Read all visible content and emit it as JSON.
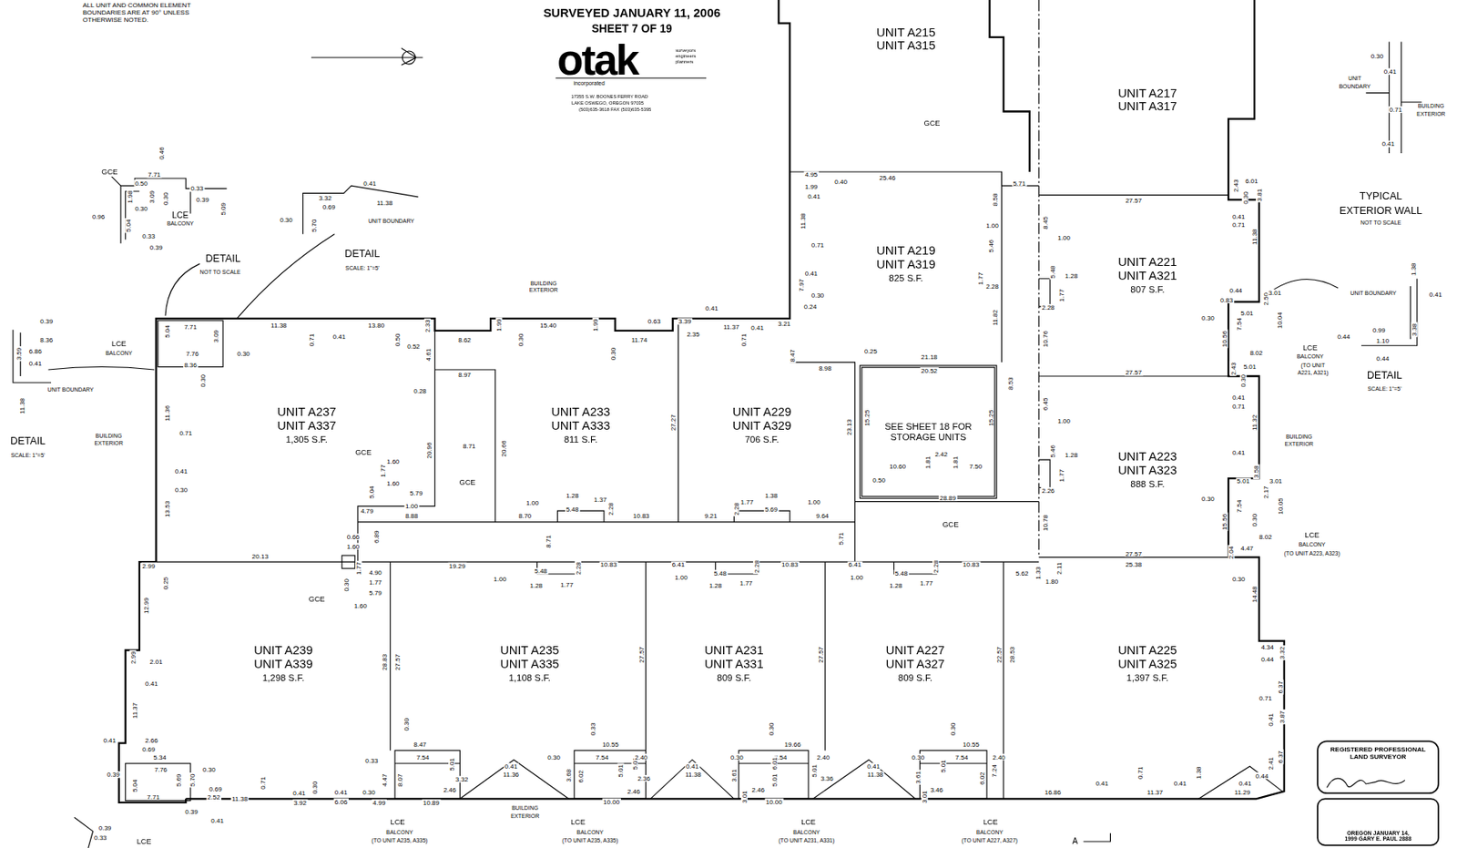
{
  "diagram": {
    "nodes": [
      {
        "text": [
          "UNIT A215",
          "UNIT A315"
        ]
      },
      {
        "text": [
          "UNIT A217",
          "UNIT A317"
        ]
      },
      {
        "text": [
          "UNIT A219",
          "UNIT A319",
          "825 S.F."
        ]
      },
      {
        "text": [
          "UNIT A221",
          "UNIT A321",
          "807 S.F."
        ]
      },
      {
        "text": [
          "UNIT A237",
          "UNIT A337",
          "1,305 S.F."
        ]
      },
      {
        "text": [
          "UNIT A233",
          "UNIT A333",
          "811 S.F."
        ]
      },
      {
        "text": [
          "UNIT A229",
          "UNIT A329",
          "706 S.F."
        ]
      },
      {
        "text": [
          "SEE SHEET 18 FOR STORAGE UNITS"
        ]
      },
      {
        "text": [
          "UNIT A223",
          "UNIT A323",
          "888 S.F."
        ]
      },
      {
        "text": [
          "UNIT A239",
          "UNIT A339",
          "1,298 S.F."
        ]
      },
      {
        "text": [
          "UNIT A235",
          "UNIT A335",
          "1,108 S.F."
        ]
      },
      {
        "text": [
          "UNIT A231",
          "UNIT A331",
          "809 S.F."
        ]
      },
      {
        "text": [
          "UNIT A227",
          "UNIT A327",
          "809 S.F."
        ]
      },
      {
        "text": [
          "UNIT A225",
          "UNIT A325",
          "1,397 S.F."
        ]
      },
      {
        "text": [
          "REGISTERED PROFESSIONAL LAND SURVEYOR",
          "OREGON JANUARY 14, 1999 GARY E. PAUL 2888"
        ]
      }
    ],
    "labels": [
      "ALL UNIT AND COMMON ELEMENT BOUNDARIES ARE AT 90° UNLESS OTHERWISE NOTED.",
      "SURVEYED JANUARY 11, 2006",
      "SHEET 7 OF 19",
      "otak",
      "incorporated",
      "surveyors engineers planners",
      "17355 S.W. BOONES FERRY ROAD",
      "LAKE OSWEGO, OREGON 97035",
      "(503)635-3618  FAX (503)635-5395",
      "GCE",
      "0.50",
      "7.71",
      "0.33",
      "0.39",
      "0.46",
      "1.98",
      "0.30",
      "3.09",
      "0.30",
      "LCE",
      "BALCONY",
      "0.96",
      "5.04",
      "5.09",
      "0.33",
      "0.39",
      "DETAIL",
      "NOT TO SCALE",
      "0.41",
      "3.32",
      "0.69",
      "11.38",
      "0.30",
      "5.70",
      "UNIT BOUNDARY",
      "DETAIL",
      "SCALE: 1\"=5'",
      "0.39",
      "8.36",
      "3.59",
      "6.86",
      "0.41",
      "UNIT BOUNDARY",
      "11.38",
      "DETAIL",
      "SCALE: 1\"=5'",
      "LCE",
      "BALCONY",
      "BUILDING",
      "EXTERIOR",
      "0.30",
      "0.41",
      "UNIT",
      "BOUNDARY",
      "0.71",
      "BUILDING",
      "EXTERIOR",
      "0.41",
      "TYPICAL",
      "EXTERIOR WALL",
      "NOT TO SCALE",
      "1.38",
      "UNIT BOUNDARY",
      "0.41",
      "0.99",
      "0.44",
      "1.10",
      "3.38",
      "0.44",
      "DETAIL",
      "SCALE: 1\"=5'",
      "7.71",
      "11.38",
      "13.80",
      "0.41",
      "0.71",
      "0.50",
      "2.33",
      "0.52",
      "4.61",
      "5.04",
      "3.09",
      "7.76",
      "0.30",
      "8.36",
      "0.30",
      "11.36",
      "0.71",
      "0.41",
      "0.30",
      "13.53",
      "0.25",
      "2.99",
      "20.13",
      "0.28",
      "8.97",
      "8.71",
      "20.96",
      "20.66",
      "GCE",
      "GCE",
      "1.60",
      "1.77",
      "1.60",
      "5.04",
      "5.79",
      "4.79",
      "1.00",
      "8.88",
      "6.89",
      "0.66",
      "1.60",
      "1.77",
      "4.90",
      "1.77",
      "5.79",
      "0.30",
      "GCE",
      "1.60",
      "8.62",
      "1.99",
      "15.40",
      "1.99",
      "0.30",
      "0.30",
      "11.74",
      "BUILDING",
      "EXTERIOR",
      "27.27",
      "1.00",
      "1.28",
      "1.37",
      "5.48",
      "2.28",
      "8.70",
      "10.83",
      "8.71",
      "9.21",
      "0.63",
      "0.41",
      "3.39",
      "2.35",
      "11.37",
      "0.41",
      "0.71",
      "3.21",
      "8.47",
      "1.77",
      "1.38",
      "5.69",
      "2.28",
      "1.00",
      "9.64",
      "5.71",
      "23.13",
      "4.95",
      "1.99",
      "0.41",
      "0.40",
      "25.46",
      "8.58",
      "1.00",
      "5.46",
      "1.77",
      "2.28",
      "11.82",
      "11.38",
      "0.71",
      "0.41",
      "0.30",
      "7.97",
      "0.24",
      "0.25",
      "21.18",
      "8.98",
      "20.52",
      "8.53",
      "15.25",
      "15.25",
      "10.60",
      "2.42",
      "1.81",
      "1.81",
      "7.50",
      "0.50",
      "28.89",
      "GCE",
      "5.71",
      "27.57",
      "8.45",
      "1.00",
      "5.48",
      "1.28",
      "1.77",
      "2.28",
      "10.76",
      "27.57",
      "6.45",
      "1.00",
      "5.46",
      "1.28",
      "1.77",
      "2.26",
      "10.78",
      "27.57",
      "25.38",
      "2.11",
      "5.62",
      "1.80",
      "1.33",
      "2.43",
      "6.01",
      "0.30",
      "0.41",
      "0.71",
      "3.81",
      "11.38",
      "0.44",
      "0.83",
      "0.30",
      "5.01",
      "7.54",
      "10.56",
      "2.50",
      "10.04",
      "3.01",
      "8.02",
      "LCE",
      "BALCONY",
      "(TO UNIT",
      "A221, A321)",
      "2.43",
      "5.01",
      "0.30",
      "0.41",
      "0.71",
      "11.32",
      "BUILDING",
      "EXTERIOR",
      "0.41",
      "5.01",
      "3.01",
      "3.58",
      "0.30",
      "0.30",
      "7.54",
      "15.56",
      "2.17",
      "10.05",
      "8.02",
      "4.47",
      "2.04",
      "LCE",
      "BALCONY",
      "(TO UNIT A223, A323)",
      "0.30",
      "14.48",
      "4.34",
      "0.44",
      "3.32",
      "0.71",
      "6.37",
      "0.41",
      "3.87",
      "6.37",
      "2.41",
      "0.44",
      "19.29",
      "1.00",
      "5.48",
      "1.28",
      "1.77",
      "2.28",
      "10.83",
      "27.57",
      "28.83",
      "27.57",
      "6.41",
      "1.00",
      "5.48",
      "1.28",
      "1.77",
      "2.28",
      "10.83",
      "27.57",
      "6.41",
      "1.00",
      "5.48",
      "1.28",
      "1.77",
      "2.28",
      "10.83",
      "22.57",
      "28.53",
      "12.99",
      "2.99",
      "2.01",
      "0.41",
      "11.37",
      "0.41",
      "2.66",
      "0.69",
      "5.34",
      "7.76",
      "0.30",
      "5.04",
      "5.69",
      "5.70",
      "0.39",
      "0.69",
      "2.52",
      "7.71",
      "11.38",
      "0.71",
      "0.39",
      "0.41",
      "0.41",
      "3.92",
      "0.30",
      "0.41",
      "6.06",
      "0.30",
      "4.99",
      "4.47",
      "0.30",
      "0.33",
      "8.47",
      "7.54",
      "5.01",
      "8.07",
      "LCE",
      "BALCONY",
      "(TO UNIT A235, A335)",
      "BUILDING",
      "EXTERIOR",
      "LCE",
      "BALCONY",
      "(TO UNIT A235, A335)",
      "LCE",
      "BALCONY",
      "(TO UNIT A231, A331)",
      "LCE",
      "BALCONY",
      "(TO UNIT A227, A327)",
      "2.46",
      "3.32",
      "10.89",
      "0.41",
      "11.36",
      "3.68",
      "0.30",
      "7.54",
      "10.55",
      "0.33",
      "6.02",
      "5.01",
      "5.01",
      "2.40",
      "2.46",
      "10.00",
      "2.36",
      "0.41",
      "11.38",
      "3.61",
      "0.30",
      "7.54",
      "19.66",
      "0.30",
      "3.01",
      "6.01",
      "5.01",
      "2.40",
      "5.01",
      "2.46",
      "10.00",
      "3.36",
      "0.41",
      "11.38",
      "3.61",
      "0.30",
      "7.54",
      "10.55",
      "0.30",
      "5.01",
      "2.40",
      "6.02",
      "7.24",
      "3.46",
      "3.01",
      "16.86",
      "0.41",
      "0.71",
      "11.37",
      "0.41",
      "1.38",
      "0.41",
      "11.29",
      "GCE",
      "A",
      "0.39",
      "0.33",
      "LCE"
    ]
  }
}
